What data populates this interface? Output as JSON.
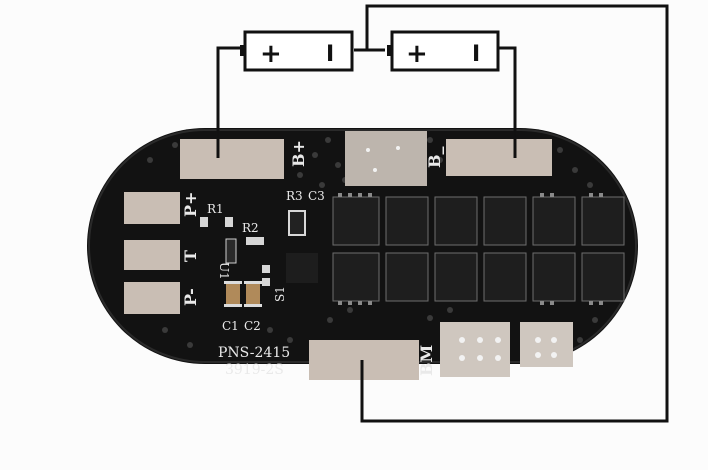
{
  "batteries": [
    {
      "plus": "+",
      "minus": "I"
    },
    {
      "plus": "+",
      "minus": "I"
    }
  ],
  "pads": {
    "b_plus": "B+",
    "b_minus": "B_",
    "p_plus": "P+",
    "t": "T",
    "p_minus": "P-",
    "bm": "BM"
  },
  "components": {
    "r1": "R1",
    "r2": "R2",
    "r3": "R3",
    "c1": "C1",
    "c2": "C2",
    "c3": "C3",
    "u1": "U1",
    "s1": "S1"
  },
  "board": {
    "model": "PNS-2415",
    "code": "3919-2S"
  },
  "colors": {
    "board": "#121212",
    "pad": "#c9beb4",
    "wire": "#111111"
  }
}
